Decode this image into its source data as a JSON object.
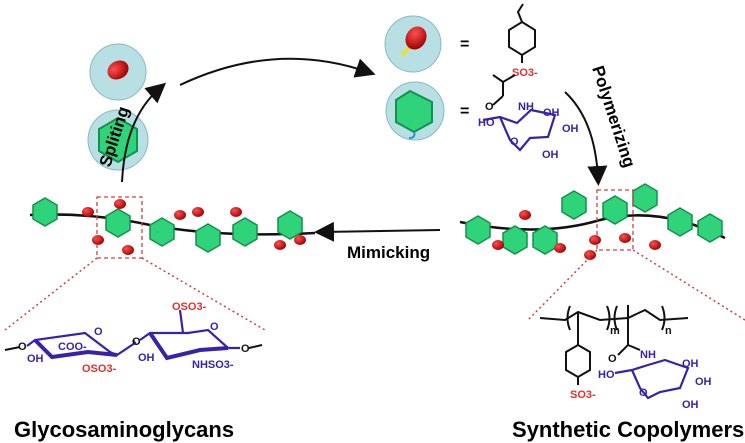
{
  "labels": {
    "spliting": "Spliting",
    "polymerizing": "Polymerizing",
    "mimicking": "Mimicking",
    "left_title": "Glycosaminoglycans",
    "right_title": "Synthetic Copolymers",
    "equals": "="
  },
  "chem": {
    "so3": "SO3-",
    "oso3": "OSO3-",
    "coo": "COO-",
    "oh": "OH",
    "ho": "HO",
    "nh": "NH",
    "nhso3": "NHSO3-",
    "o": "O",
    "m": "m",
    "n": "n"
  },
  "colors": {
    "circle_fill": "#b8dfe3",
    "hexagon": "#2fd47a",
    "ball": "#d81010",
    "sugar": "#3a22a8",
    "sulfate": "#e03030",
    "dashed_box": "#d04040"
  }
}
